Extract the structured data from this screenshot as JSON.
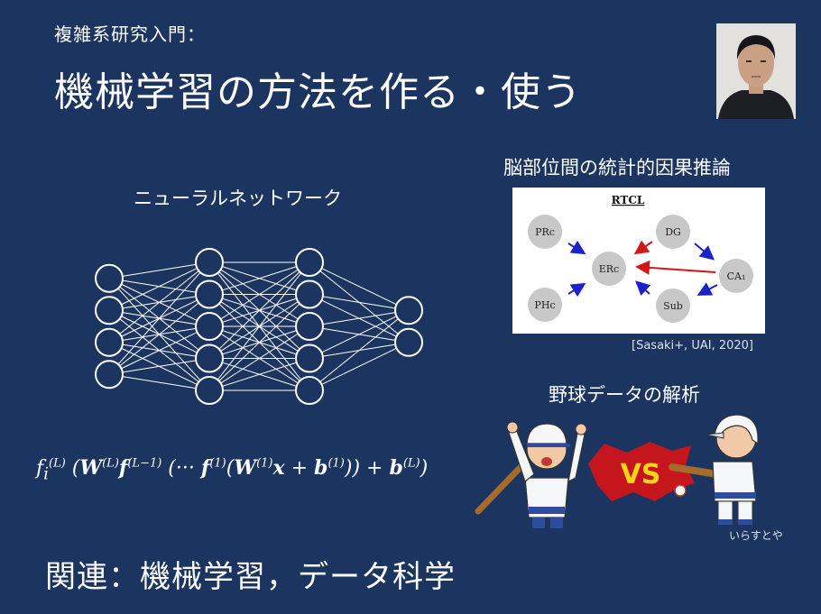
{
  "header": {
    "subtitle": "複雑系研究入門：",
    "title": "機械学習の方法を作る・使う"
  },
  "neural_network": {
    "label": "ニューラルネットワーク",
    "layers": [
      4,
      5,
      5,
      2
    ]
  },
  "formula": {
    "f": "f",
    "i": "i",
    "L": "(L)",
    "W": "W",
    "f_bold": "f",
    "Lm1": "(L−1)",
    "dots": "···",
    "one": "(1)",
    "x": "x",
    "b": "b"
  },
  "causal": {
    "label": "脳部位間の統計的因果推論",
    "diagram_title": "RTCL",
    "nodes": [
      "PRc",
      "DG",
      "ERc",
      "CA₁",
      "PHc",
      "Sub"
    ],
    "citation": "[Sasaki+, UAI, 2020]"
  },
  "baseball": {
    "label": "野球データの解析",
    "vs": "VS",
    "credit": "いらすとや"
  },
  "footer": {
    "related": "関連：機械学習，データ科学"
  }
}
